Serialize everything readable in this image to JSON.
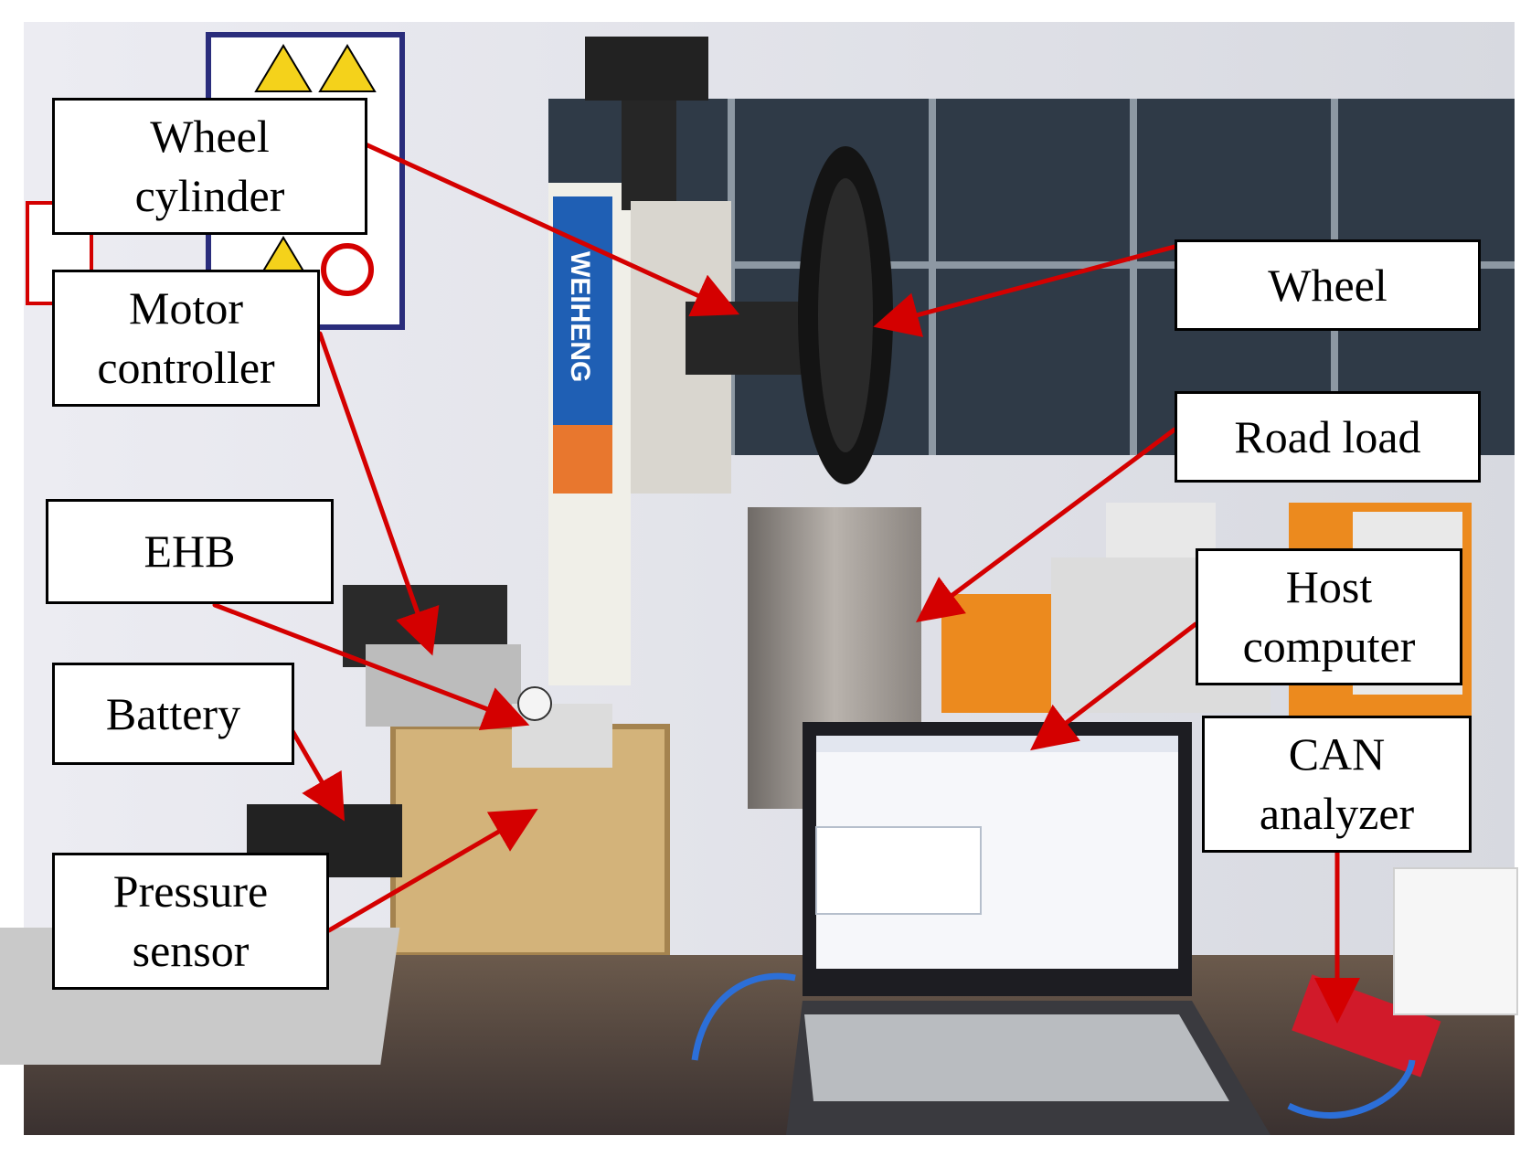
{
  "figure": {
    "callouts": [
      {
        "id": "wheel-cylinder",
        "label": "Wheel\ncylinder"
      },
      {
        "id": "motor-controller",
        "label": "Motor\ncontroller"
      },
      {
        "id": "ehb",
        "label": "EHB"
      },
      {
        "id": "battery",
        "label": "Battery"
      },
      {
        "id": "pressure-sensor",
        "label": "Pressure\nsensor"
      },
      {
        "id": "wheel",
        "label": "Wheel"
      },
      {
        "id": "road-load",
        "label": "Road load"
      },
      {
        "id": "host-computer",
        "label": "Host\ncomputer"
      },
      {
        "id": "can-analyzer",
        "label": "CAN\nanalyzer"
      }
    ],
    "arrow_color": "#d40000",
    "rig_brand": "WEIHENG"
  }
}
